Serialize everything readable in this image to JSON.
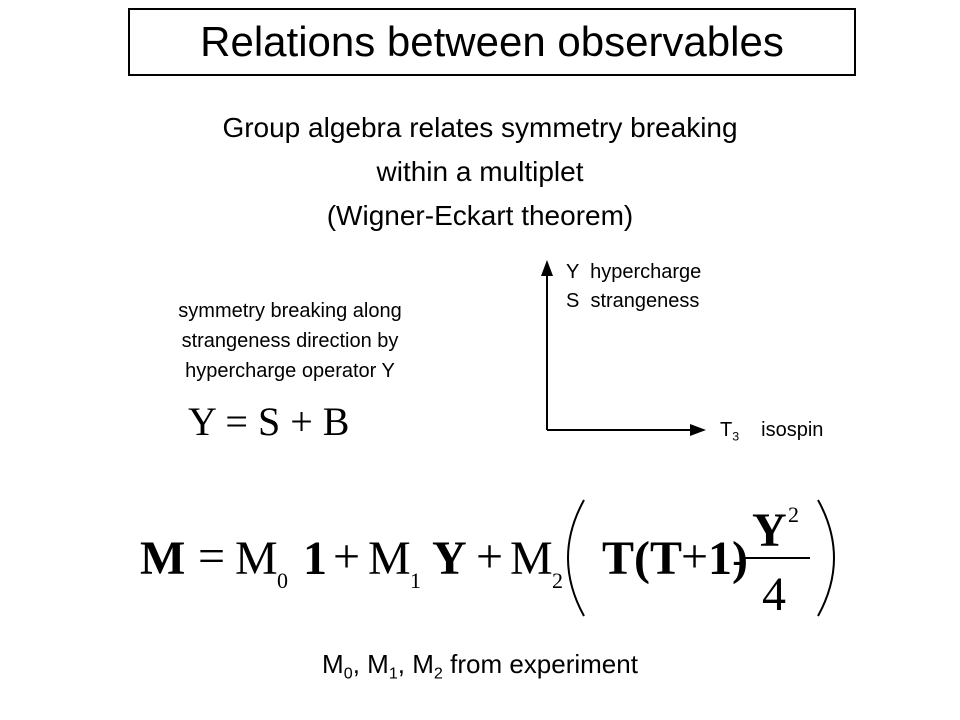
{
  "slide": {
    "title": "Relations between observables",
    "subtitle_lines": [
      "Group algebra relates symmetry breaking",
      "within a multiplet",
      "(Wigner-Eckart theorem)"
    ],
    "symmetry_text_lines": [
      "symmetry breaking along",
      "strangeness direction by",
      "hypercharge operator Y"
    ],
    "y_equation": "Y = S + B",
    "axes": {
      "y_label_line1": "Y  hypercharge",
      "y_label_line2": "S  strangeness",
      "x_label_symbol": "T",
      "x_label_sub": "3",
      "x_label_text": "isospin"
    },
    "mass_formula": {
      "lhs": "M",
      "eq": "=",
      "m0": "M",
      "m0_sub": "0",
      "one": "1",
      "plus": "+",
      "m1": "M",
      "m1_sub": "1",
      "y": "Y",
      "m2": "M",
      "m2_sub": "2",
      "t_term": "T(T",
      "t_one": "1)",
      "minus": "-",
      "numerator": "Y",
      "numerator_exp": "2",
      "denominator": "4"
    },
    "footer": {
      "m": "M",
      "sub0": "0",
      "sub1": "1",
      "sub2": "2",
      "sep": ", ",
      "text": " from experiment"
    }
  }
}
